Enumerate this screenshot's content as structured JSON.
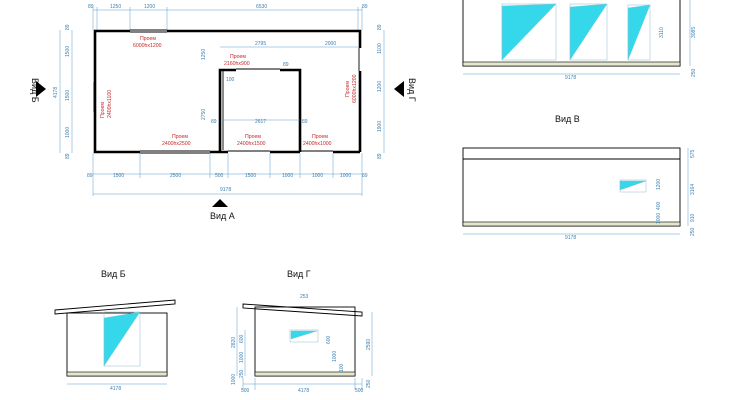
{
  "labels": {
    "view_a": "Вид А",
    "view_b": "Вид Б",
    "view_v": "Вид В",
    "view_g": "Вид Г",
    "view_b_side": "Вид Б",
    "view_g_side": "Вид Г"
  },
  "plan": {
    "top_dims": [
      "89",
      "1250",
      "1200",
      "6530",
      "89"
    ],
    "inner_top_dims": [
      "2795",
      "2000"
    ],
    "bottom_dims": [
      "89",
      "1500",
      "2500",
      "500",
      "1500",
      "1000",
      "1000",
      "1000",
      "89"
    ],
    "total": "9178",
    "left_dims": [
      "89",
      "1500",
      "1500",
      "1000",
      "89"
    ],
    "left_total": "4178",
    "right_dims": [
      "89",
      "1100",
      "1200",
      "1900",
      "89"
    ],
    "inner_dims": [
      "1250",
      "2750",
      "100",
      "89",
      "2617",
      "89",
      "89"
    ],
    "openings": [
      {
        "title": "Проем",
        "size": "6000hx1200"
      },
      {
        "title": "Проем",
        "size": "2160hx900"
      },
      {
        "title": "Проем",
        "size": "2400hx1100"
      },
      {
        "title": "Проем",
        "size": "6000hx1200"
      },
      {
        "title": "Проем",
        "size": "2400hx2500"
      },
      {
        "title": "Проем",
        "size": "2400hx1500"
      },
      {
        "title": "Проем",
        "size": "2400hx1000"
      }
    ]
  },
  "elev_top": {
    "total": "9178",
    "right_dims": [
      "3110",
      "3085",
      "250"
    ]
  },
  "elev_v": {
    "total": "9178",
    "right_dims": [
      "575",
      "1200",
      "400",
      "3164",
      "1000",
      "910",
      "250"
    ]
  },
  "elev_b": {
    "total": "4178"
  },
  "elev_g": {
    "top": "253",
    "left_dims": [
      "2820",
      "600",
      "1000",
      "1000",
      "250"
    ],
    "inner_dims": [
      "600",
      "1000",
      "100"
    ],
    "right_dim": "2590",
    "bottom_dims": [
      "500",
      "4178",
      "500"
    ],
    "right_small": "250"
  }
}
